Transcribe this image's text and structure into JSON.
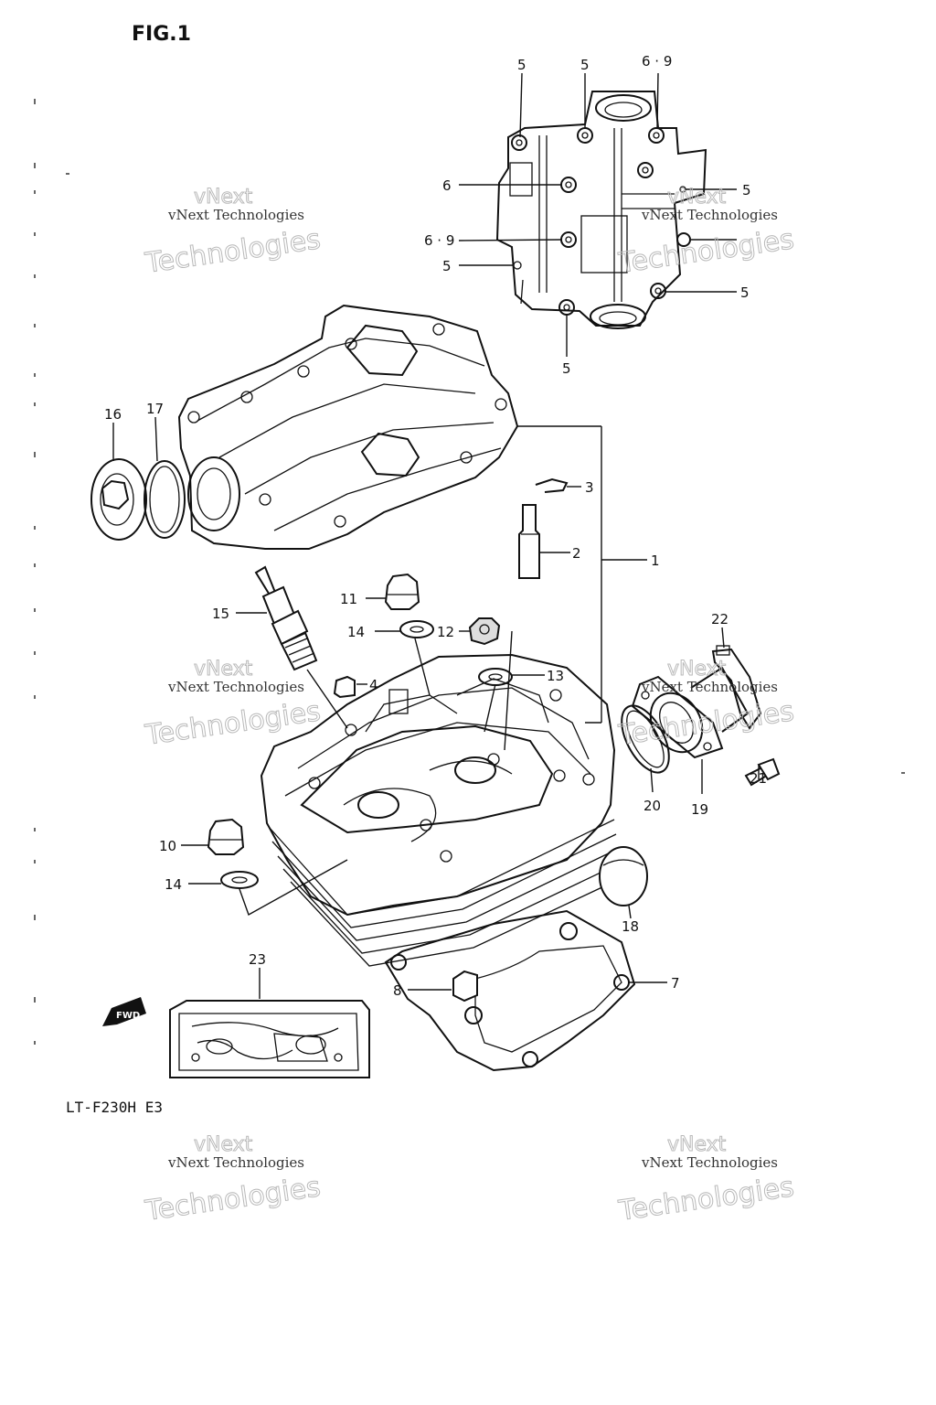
{
  "figure": {
    "title": "FIG.1",
    "model_label": "LT-F230H E3",
    "direction_label": "FWD"
  },
  "watermark": {
    "line1": "vNext Technologies",
    "line2": "vNext",
    "line3": "Technologies"
  },
  "callouts": {
    "c1": "1",
    "c2": "2",
    "c3": "3",
    "c4": "4",
    "c5a": "5",
    "c5b": "5",
    "c5c": "5",
    "c5d": "5",
    "c5e": "5",
    "c5f": "5",
    "c69a": "6 · 9",
    "c6": "6",
    "c69b": "6 · 9",
    "c7": "7",
    "c8": "8",
    "c10": "10",
    "c11": "11",
    "c12": "12",
    "c13": "13",
    "c14a": "14",
    "c14b": "14",
    "c15": "15",
    "c16": "16",
    "c17": "17",
    "c18": "18",
    "c19": "19",
    "c20": "20",
    "c21": "21",
    "c22": "22",
    "c23": "23"
  },
  "colors": {
    "ink": "#111111",
    "watermark": "#b9b9b9"
  }
}
